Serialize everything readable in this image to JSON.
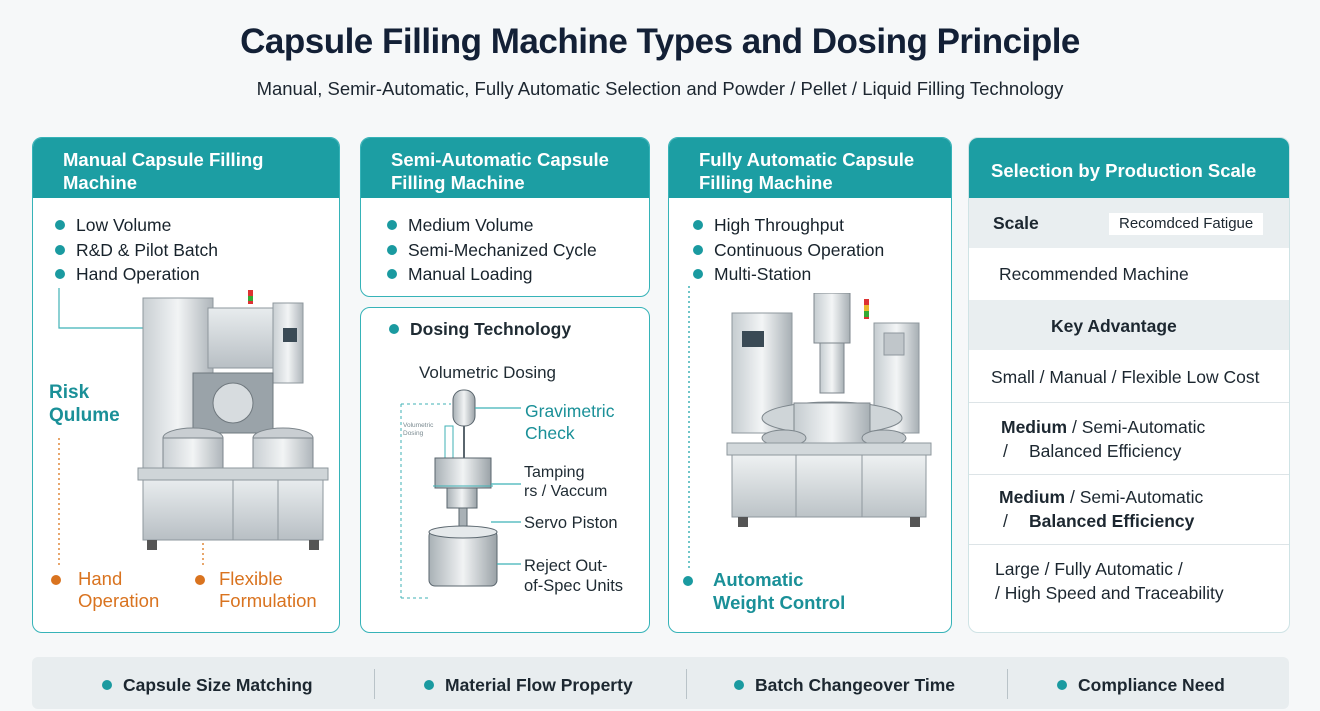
{
  "header": {
    "title": "Capsule Filling Machine Types and Dosing Principle",
    "subtitle": "Manual, Semir-Automatic, Fully Automatic Selection and Powder / Pellet / Liquid Filling Technology"
  },
  "manual": {
    "title_line1": "Manual Capsule Filling",
    "title_line2": "Machine",
    "bullets": [
      "Low Volume",
      "R&D & Pilot Batch",
      "Hand Operation"
    ],
    "risk_line1": "Risk",
    "risk_line2": "Qulume",
    "hand_line1": "Hand",
    "hand_line2": "Operation",
    "flex_line1": "Flexible",
    "flex_line2": "Formulation"
  },
  "semi": {
    "title_line1": "Semi-Automatic Capsule",
    "title_line2": "Filling Machine",
    "bullets": [
      "Medium Volume",
      "Semi-Mechanized Cycle",
      "Manual Loading"
    ]
  },
  "dosing": {
    "title": "Dosing Technology",
    "volumetric": "Volumetric Dosing",
    "small_label_line1": "Volumetric",
    "small_label_line2": "Dosing",
    "gravimetric_line1": "Gravimetric",
    "gravimetric_line2": "Check",
    "tamping_line1": "Tamping",
    "tamping_line2": "rs / Vaccum",
    "servo": "Servo Piston",
    "reject_line1": "Reject Out-",
    "reject_line2": "of-Spec Units"
  },
  "full": {
    "title_line1": "Fully Automatic Capsule",
    "title_line2": "Filling Machine",
    "bullets": [
      "High Throughput",
      "Continuous Operation",
      "Multi-Station"
    ],
    "awc_line1": "Automatic",
    "awc_line2": "Weight Control"
  },
  "selection": {
    "title": "Selection by Production Scale",
    "scale": "Scale",
    "fatigue": "Recomdced Fatigue",
    "recommended": "Recommended Machine",
    "key_adv": "Key Advantage",
    "small": "Small / Manual / Flexible Low Cost",
    "m1_bold": "Medium",
    "m1_rest": " / Semi-Automatic",
    "m1_line2_slash": "/",
    "m1_line2": "Balanced Efficiency",
    "m2_bold": "Medium",
    "m2_rest": " / Semi-Automatic",
    "m2_line2_slash": "/",
    "m2_line2": "Balanced Efficiency",
    "large_line1": "Large / Fully Automatic /",
    "large_line2": "/ High Speed and Traceability"
  },
  "bottom": [
    "Capsule Size Matching",
    "Material Flow Property",
    "Batch Changeover Time",
    "Compliance Need"
  ],
  "colors": {
    "teal": "#1c9ea3",
    "teal_text": "#1a9098",
    "orange": "#d9731f",
    "border": "#36b3b8"
  }
}
